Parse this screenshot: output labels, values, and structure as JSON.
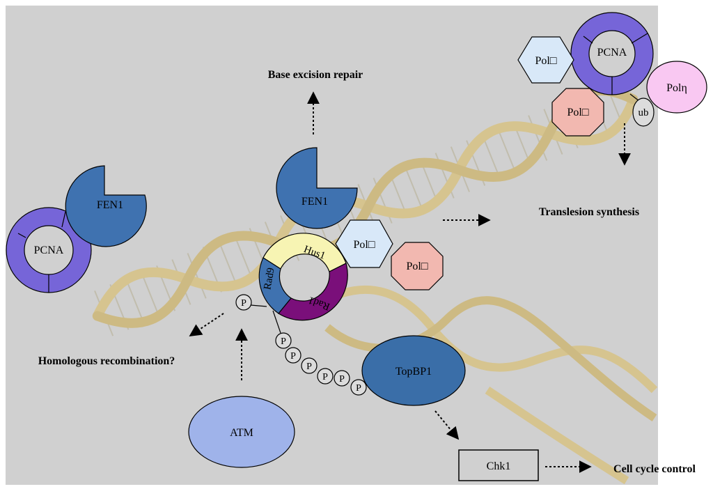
{
  "labels": {
    "base_excision": "Base excision repair",
    "translesion": "Translesion synthesis",
    "homologous": "Homologous recombination?",
    "cell_cycle": "Cell cycle control"
  },
  "proteins": {
    "fen1_left": "FEN1",
    "fen1_center": "FEN1",
    "pcna_left": "PCNA",
    "pcna_top": "PCNA",
    "pol_hex_center": "Pol□",
    "pol_oct_center": "Pol□",
    "pol_hex_top": "Pol□",
    "pol_oct_top": "Pol□",
    "pol_eta": "Polη",
    "ub": "ub",
    "hus1": "Hus1",
    "rad9": "Rad9",
    "rad1": "Rad1",
    "topbp1": "TopBP1",
    "atm": "ATM",
    "chk1": "Chk1",
    "phospho": "P"
  },
  "colors": {
    "panel_bg": "#d0d0d0",
    "dna_strand": "#d8c07a",
    "dna_rung": "#b9b29a",
    "fen1": "#3f72b0",
    "pcna": "#7665d8",
    "hus1": "#f7f4b3",
    "rad9": "#3f72b0",
    "rad1": "#7a0f7a",
    "pol_hex": "#d8e8f8",
    "pol_oct": "#f2b8b0",
    "pol_eta": "#f9c8f2",
    "topbp1": "#3a6ea8",
    "atm": "#9fb3ea",
    "phospho": "#dcdcdc"
  }
}
